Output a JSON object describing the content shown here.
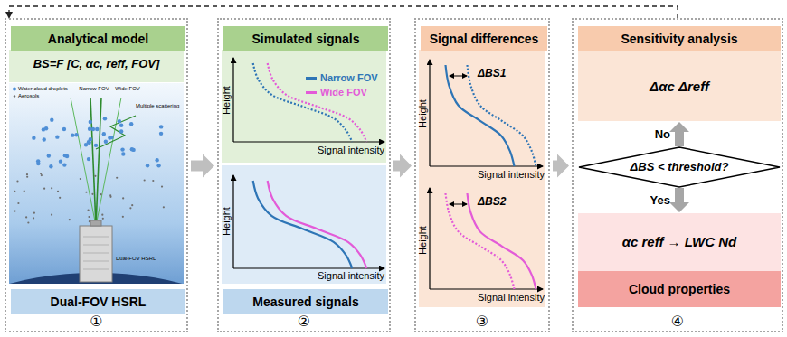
{
  "diagram": {
    "nodes": [
      {
        "text": [
          "①"
        ]
      },
      {
        "text": [
          "Analytical model"
        ],
        "in": 0
      },
      {
        "text": [
          "Dual-FOV HSRL"
        ],
        "in": 0
      },
      {
        "text": [
          "②"
        ]
      },
      {
        "text": [
          "Simulated signals"
        ],
        "in": 3
      },
      {
        "text": [
          "Measured signals"
        ],
        "in": 3
      },
      {
        "text": [
          "③"
        ]
      },
      {
        "text": [
          "Signal differences"
        ],
        "in": 6
      },
      {
        "text": [
          "④"
        ]
      },
      {
        "text": [
          "Sensitivity analysis"
        ],
        "in": 8
      },
      {
        "text": [
          "Δαc Δreff"
        ],
        "in": 8
      },
      {
        "text": [
          "ΔBS < threshold?"
        ],
        "in": 8
      },
      {
        "text": [
          "αc reff → LWC Nd"
        ],
        "in": 8
      },
      {
        "text": [
          "Cloud properties"
        ],
        "in": 8
      }
    ],
    "edges": [
      {
        "from": 0,
        "to": 3,
        "arrow": "to"
      },
      {
        "from": 3,
        "to": 6,
        "arrow": "to"
      },
      {
        "from": 6,
        "to": 8,
        "arrow": "to"
      },
      {
        "from": 11,
        "to": 10,
        "label": "No",
        "arrow": "to"
      },
      {
        "from": 11,
        "to": 12,
        "label": "Yes",
        "arrow": "to"
      },
      {
        "from": 8,
        "to": 0,
        "arrow": "to"
      }
    ],
    "labels": [
      "BS=F [C, αc, reff, FOV]",
      "Water cloud droplets",
      "Aerosols",
      "Narrow FOV",
      "Wide FOV",
      "Multiple scattering",
      "Dual-FOV HSRL",
      "Height",
      "Signal intensity",
      "Height",
      "Signal intensity",
      "Height",
      "Signal intensity",
      "ΔBS1",
      "Height",
      "Signal intensity",
      "ΔBS2"
    ],
    "legend": [
      {
        "text": "Narrow FOV",
        "color": "#2e75b6"
      },
      {
        "text": "Wide FOV",
        "color": "#e35bd8"
      }
    ]
  }
}
